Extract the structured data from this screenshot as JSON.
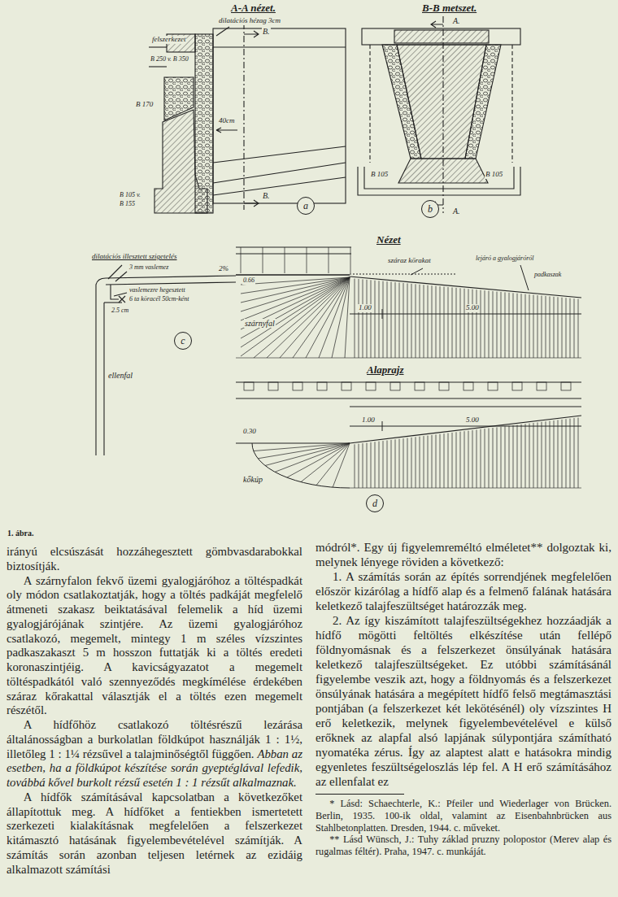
{
  "diagram": {
    "caption": "1. ábra.",
    "nodes": [
      {
        "text": [
          "a"
        ]
      },
      {
        "text": [
          "b"
        ]
      },
      {
        "text": [
          "c"
        ]
      },
      {
        "text": [
          "d"
        ]
      }
    ],
    "labels": [
      "A-A nézet.",
      "B-B metszet.",
      "dilatációs hézag 3cm",
      "B.",
      "felszerkezet",
      "B 250 v. B 350",
      "B 170",
      "40cm",
      "B.",
      "B 105 v.",
      "B 155",
      "A.",
      "B 105",
      "B 105",
      "A.",
      "Nézet",
      "száraz kőrakat",
      "lejáró a gyalogjáróról",
      "padkaszak",
      "0.66",
      "szárnyfal",
      "1.00",
      "5.00",
      "dilatációs illesztett szigetelés",
      "3 mm vaslemez",
      "2%",
      "vaslemezre hegesztett",
      "6 ta köracél 50cm-ként",
      "2.5 cm",
      "ellenfal",
      "Alaprajz",
      "1.00",
      "5.00",
      "0.30",
      "kőkúp",
      "irányú elcsúszását hozzáhegesztett gömbvasdarabokkal biztosítják.",
      "A szárnyfalon fekvő üzemi gyalogjáróhoz a töltéspadkát oly módon csatlakoztatják, hogy a töltés padkáját megfelelő átmeneti szakasz beiktatásával felemelik a híd üzemi gyalogjárójának szintjére. Az üzemi gyalogjáróhoz csatlakozó, megemelt, mintegy 1 m széles vízszintes padkaszakaszt 5 m hosszon futtatják ki a töltés eredeti koronaszintjéig. A kavicságyazatot a megemelt töltéspadkától való szennyeződés megkímélése érdekében száraz kőrakattal választják el a töltés ezen megemelt részétől.",
      "A hídfőhöz csatlakozó töltésrészű lezárása általánosságban a burkolatlan földkúpot használják 1 : 1½, illetőleg 1 : 1¼ rézsűvel a talajminőségtől függően.",
      "Abban az esetben, ha a földkúpot készítése során gyeptéglával lefedik, továbbá kővel burkolt rézsű esetén 1 : 1 rézsűt alkalmaznak.",
      "A hídfők számításával kapcsolatban a következőket állapítottuk meg. A hídfőket a fentiekben ismertetett szerkezeti kialakításnak megfelelően a felszerkezet kitámasztó hatásának figyelembevételével számítják. A számítás során azonban teljesen letérnek az ezidáig alkalmazott számítási",
      "módról*. Egy új figyelemreméltó elméletet** dolgoztak ki, melynek lényege röviden a következő:",
      "1. A számítás során az építés sorrendjének megfelelően először kizárólag a hídfő alap és a felmenő falának hatására keletkező talajfeszültséget határozzák meg.",
      "2. Az így kiszámított talajfeszültségekhez hozzáadják a hídfő mögötti feltöltés elkészítése után fellépő földnyomásnak és a felszerkezet önsúlyának hatására keletkező talajfeszültségeket. Ez utóbbi számításánál figyelembe veszik azt, hogy a földnyomás és a felszerkezet önsúlyának hatására a megépített hídfő felső megtámasztási pontjában (a felszerkezet két lekötésénél) oly vízszintes H erő keletkezik, melynek figyelembevételével e külső erőknek az alapfal alsó lapjának súlypontjára számítható nyomatéka zérus. Így az alaptest alatt e hatásokra mindig egyenletes feszültségeloszlás lép fel. A H erő számításához az ellenfalat ez",
      "* Lásd: Schaechterle, K.: Pfeiler und Wiederlager von Brücken. Berlin, 1935. 100-ik oldal, valamint az Eisenbahnbrücken aus Stahlbetonplatten. Dresden, 1944. c. műveket.",
      "** Lásd Wünsch, J.: Tuhy základ pruzny polopostor (Merev alap és rugalmas féltér). Praha, 1947. c. munkáját."
    ]
  }
}
